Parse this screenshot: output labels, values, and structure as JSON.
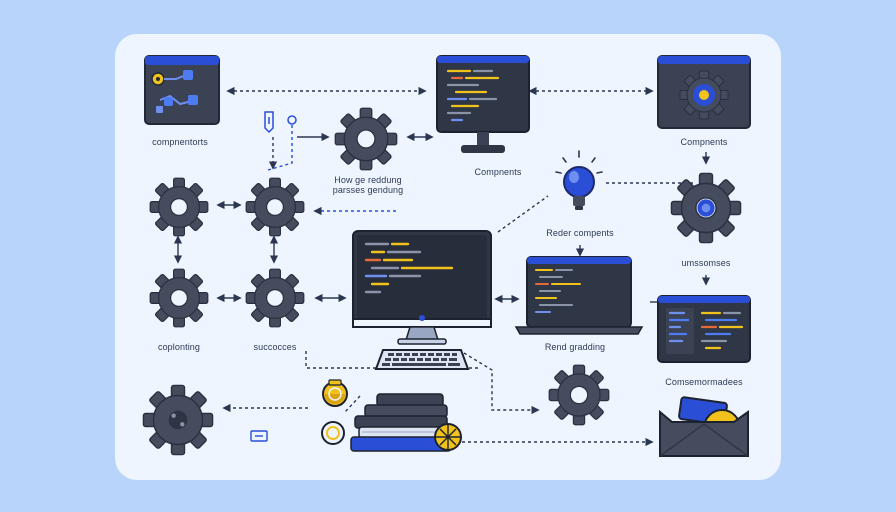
{
  "labels": {
    "components_left": "compnentorts",
    "how_rendering": "How ge reddung\nparsses gendung",
    "components_center": "Compnents",
    "components_right": "Compnents",
    "render_components": "Reder compents",
    "unassembled": "umssomses",
    "composing": "coplonting",
    "success": "succocces",
    "rend_grading": "Rend gradding",
    "consumer_modes": "Comsemormadees"
  },
  "colors": {
    "background": "#b9d4fb",
    "card": "#eef5fe",
    "gear": "#454c5e",
    "screen": "#2f3645",
    "accent_blue": "#2a4fd6",
    "accent_yellow": "#f0c21b",
    "arrow": "#2b3650"
  },
  "icons": [
    "gear-icon",
    "monitor-icon",
    "laptop-icon",
    "lightbulb-icon",
    "keyboard-icon",
    "books-icon",
    "folder-icon",
    "window-icon"
  ]
}
